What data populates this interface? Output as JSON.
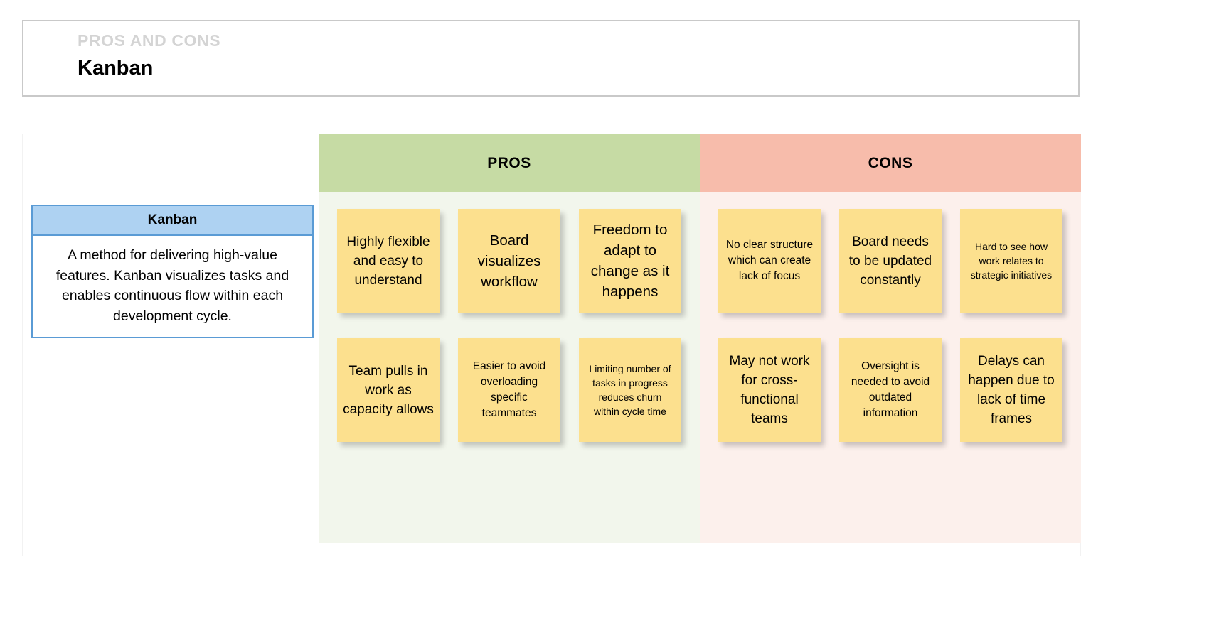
{
  "header": {
    "eyebrow": "PROS AND CONS",
    "title": "Kanban"
  },
  "description_card": {
    "heading": "Kanban",
    "body": "A method for delivering high-value features. Kanban visualizes tasks and enables continuous flow within each development cycle."
  },
  "columns": [
    {
      "key": "pros",
      "heading": "PROS",
      "header_color": "#c6dba4",
      "body_color": "#f2f6ec",
      "rows": [
        [
          {
            "text": "Highly flexible and easy to understand",
            "size": "md"
          },
          {
            "text": "Board visualizes workflow",
            "size": "lg"
          },
          {
            "text": "Freedom to adapt to change as it happens",
            "size": "lg"
          }
        ],
        [
          {
            "text": "Team pulls in work as capacity allows",
            "size": "md"
          },
          {
            "text": "Easier to avoid overloading specific teammates",
            "size": "sm"
          },
          {
            "text": "Limiting number of tasks in progress reduces churn within cycle time",
            "size": "xs"
          }
        ]
      ]
    },
    {
      "key": "cons",
      "heading": "CONS",
      "header_color": "#f7bcab",
      "body_color": "#fcf0ec",
      "rows": [
        [
          {
            "text": "No clear structure which can create lack of focus",
            "size": "sm"
          },
          {
            "text": "Board needs to be updated constantly",
            "size": "md"
          },
          {
            "text": "Hard to see how work relates to strategic initiatives",
            "size": "xs"
          }
        ],
        [
          {
            "text": "May not work for cross-functional teams",
            "size": "md"
          },
          {
            "text": "Oversight is needed to avoid outdated information",
            "size": "sm"
          },
          {
            "text": "Delays can happen due to lack of time frames",
            "size": "md"
          }
        ]
      ]
    }
  ],
  "colors": {
    "sticky_note": "#fce08e",
    "desc_header": "#aed2f2",
    "desc_border": "#5a9bd5",
    "eyebrow_text": "#d4d4d4"
  }
}
